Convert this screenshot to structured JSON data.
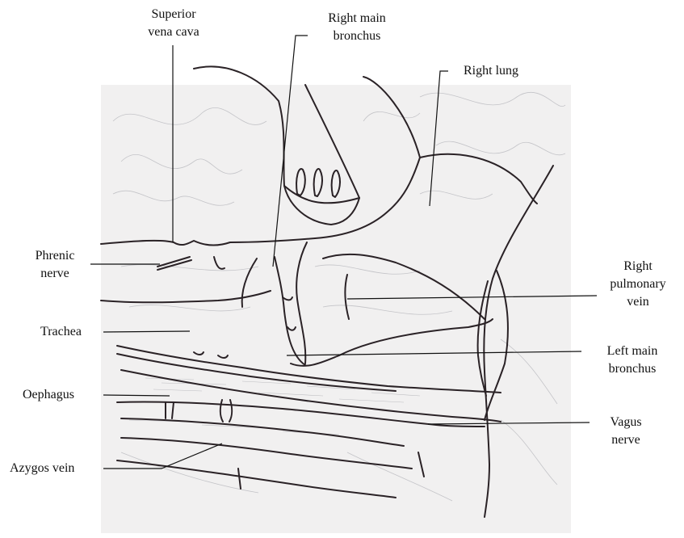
{
  "labels": {
    "superior_vena_cava": [
      "Superior",
      "vena cava"
    ],
    "right_main_bronchus": [
      "Right main",
      "bronchus"
    ],
    "right_lung": "Right lung",
    "phrenic_nerve": [
      "Phrenic",
      "nerve"
    ],
    "right_pulmonary_vein": [
      "Right",
      "pulmonary",
      "vein"
    ],
    "trachea": "Trachea",
    "left_main_bronchus": [
      "Left main",
      "bronchus"
    ],
    "oesophagus": "Oephagus",
    "vagus_nerve": [
      "Vagus",
      "nerve"
    ],
    "azygos_vein": "Azygos vein"
  },
  "colors": {
    "ink": "#2a2226",
    "paper": "#f1f0f0",
    "sketch": "#b9b9bd"
  }
}
